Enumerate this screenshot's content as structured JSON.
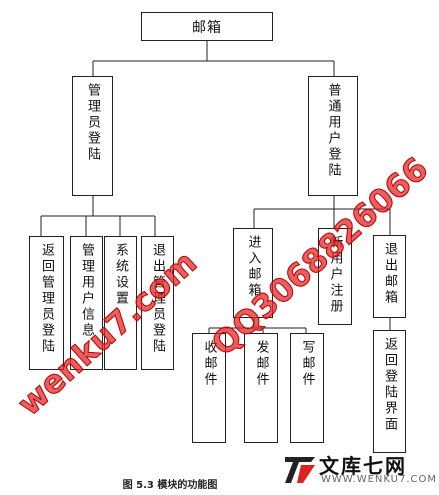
{
  "diagram": {
    "root": "邮箱",
    "admin_login": "管理员登陆",
    "user_login": "普通用户登陆",
    "admin_return": "返回管理员登陆",
    "admin_user_info": "管理用户信息",
    "admin_settings": "系统设置",
    "admin_logout": "退出管理员登陆",
    "enter_mailbox": "进入邮箱",
    "new_user_register": "新用户注册",
    "exit_mailbox": "退出邮箱",
    "receive_mail": "收邮件",
    "send_mail": "发邮件",
    "write_mail": "写邮件",
    "return_login_page": "返回登陆界面",
    "caption": "图 5.3  模块的功能图"
  },
  "watermarks": {
    "left": "wenku7.com",
    "right": "QQ3068826066"
  },
  "brand": {
    "name": "文库七网",
    "url": "WWW.WENKU7.COM"
  }
}
